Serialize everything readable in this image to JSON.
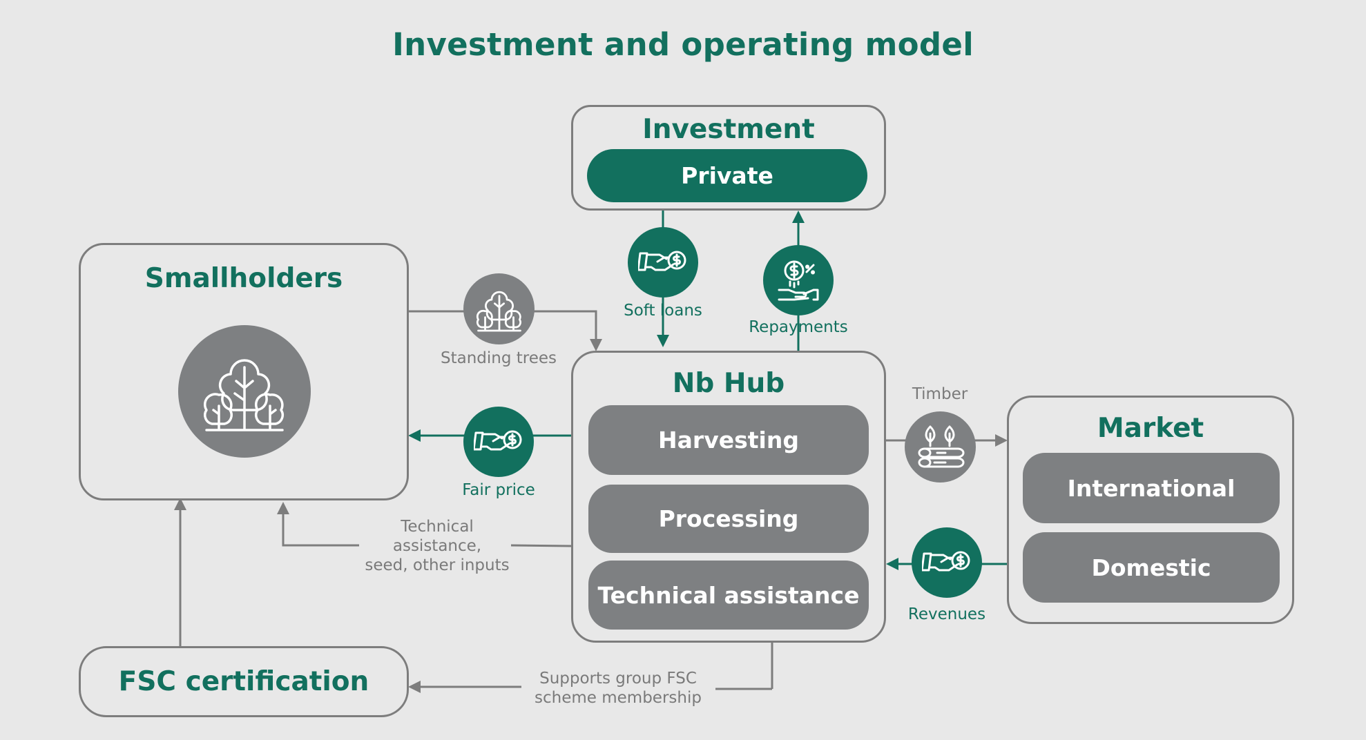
{
  "title": "Investment and operating model",
  "colors": {
    "accent_green": "#12705e",
    "node_gray": "#7e8082",
    "line_gray": "#7d7d7d",
    "background": "#e8e8e8"
  },
  "investment": {
    "title": "Investment",
    "items": [
      "Private"
    ]
  },
  "smallholders": {
    "title": "Smallholders",
    "icon": "trees-icon"
  },
  "hub": {
    "title": "Nb Hub",
    "items": [
      "Harvesting",
      "Processing",
      "Technical assistance"
    ]
  },
  "market": {
    "title": "Market",
    "items": [
      "International",
      "Domestic"
    ]
  },
  "fsc": {
    "title": "FSC certification"
  },
  "flows": {
    "soft_loans": {
      "label": "Soft loans",
      "icon": "handshake-money-icon"
    },
    "repayments": {
      "label": "Repayments",
      "icon": "hand-money-percent-icon"
    },
    "standing_trees": {
      "label": "Standing trees",
      "icon": "trees-icon"
    },
    "fair_price": {
      "label": "Fair price",
      "icon": "handshake-money-icon"
    },
    "timber": {
      "label": "Timber",
      "icon": "logs-icon"
    },
    "revenues": {
      "label": "Revenues",
      "icon": "handshake-money-icon"
    },
    "technical_assistance": {
      "lines": [
        "Technical",
        "assistance,",
        "seed, other inputs"
      ]
    },
    "fsc_support": {
      "lines": [
        "Supports group FSC",
        "scheme membership"
      ]
    }
  }
}
